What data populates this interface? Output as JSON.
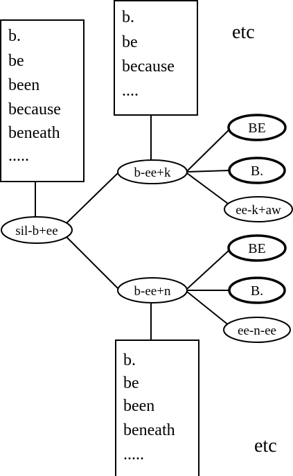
{
  "boxes": {
    "left": {
      "lines": [
        "b.",
        "be",
        "been",
        "because",
        "beneath",
        "....."
      ]
    },
    "top": {
      "lines": [
        "b.",
        "be",
        "because",
        "...."
      ]
    },
    "bottom": {
      "lines": [
        "b.",
        "be",
        "been",
        "beneath",
        "....."
      ]
    }
  },
  "nodes": {
    "root": "sil-b+ee",
    "upper": "b-ee+k",
    "lower": "b-ee+n"
  },
  "leaves": {
    "upper": [
      "BE",
      "B.",
      "ee-k+aw"
    ],
    "lower": [
      "BE",
      "B.",
      "ee-n-ee"
    ]
  },
  "etc": {
    "top": "etc",
    "bottom": "etc"
  }
}
